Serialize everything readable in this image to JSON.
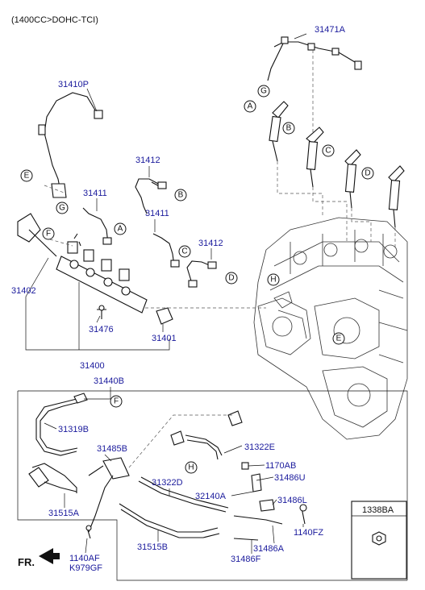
{
  "header": {
    "title": "(1400CC>DOHC-TCI)"
  },
  "callouts": [
    "A",
    "B",
    "C",
    "D",
    "E",
    "F",
    "G",
    "H"
  ],
  "parts": {
    "p31471A": "31471A",
    "p31410P": "31410P",
    "p31412a": "31412",
    "p31411a": "31411",
    "p31411b": "31411",
    "p31412b": "31412",
    "p31402": "31402",
    "p31476": "31476",
    "p31401": "31401",
    "p31400": "31400",
    "p31440B": "31440B",
    "p31319B": "31319B",
    "p31485B": "31485B",
    "p31322E": "31322E",
    "p1170AB": "1170AB",
    "p31486U": "31486U",
    "p31322D": "31322D",
    "p32140A": "32140A",
    "p31486L": "31486L",
    "p31515A": "31515A",
    "p1140FZ": "1140FZ",
    "p31515B": "31515B",
    "p31486A": "31486A",
    "p31486F": "31486F",
    "p1140AF": "1140AF",
    "pK979GF": "K979GF",
    "p1338BA": "1338BA"
  },
  "direction_label": "FR."
}
